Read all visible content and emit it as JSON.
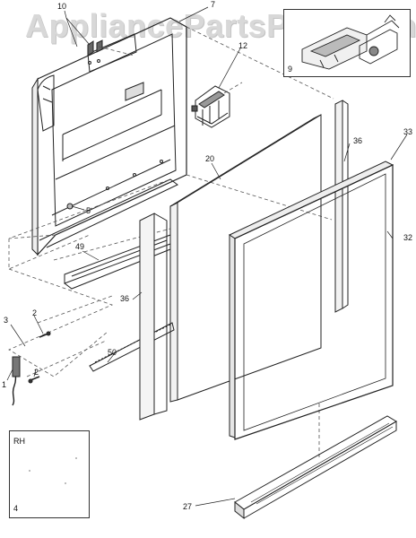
{
  "watermark": "AppliancePartsPros.com",
  "callouts": {
    "c10": "10",
    "c7": "7",
    "c12": "12",
    "c9": "9",
    "c33": "33",
    "c36a": "36",
    "c20": "20",
    "c5": "5",
    "c49": "49",
    "c32": "32",
    "c36b": "36",
    "c3": "3",
    "c2a": "2",
    "c2b": "2",
    "c1": "1",
    "c50": "50",
    "c27": "27",
    "c4": "4"
  },
  "inset_rh": {
    "label": "RH"
  }
}
